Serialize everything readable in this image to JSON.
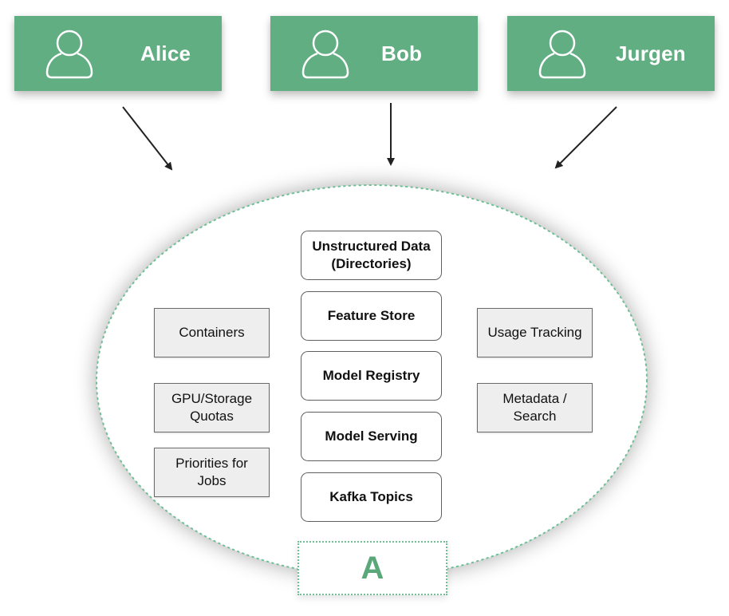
{
  "users": [
    {
      "name": "Alice",
      "icon": "person-icon"
    },
    {
      "name": "Bob",
      "icon": "person-icon"
    },
    {
      "name": "Jurgen",
      "icon": "person-icon"
    }
  ],
  "colors": {
    "user_card_bg": "#62ae83",
    "ellipse_border": "#6fbf96",
    "label_green": "#5aa77a",
    "gray_box_bg": "#eeeeee"
  },
  "platform": {
    "label": "A",
    "core_services": [
      {
        "label": "Unstructured Data (Directories)",
        "line1": "Unstructured Data",
        "line2": "(Directories)"
      },
      {
        "label": "Feature Store"
      },
      {
        "label": "Model Registry"
      },
      {
        "label": "Model Serving"
      },
      {
        "label": "Kafka Topics"
      }
    ],
    "left_services": [
      {
        "line1": "Containers",
        "line2": ""
      },
      {
        "line1": "GPU/Storage",
        "line2": "Quotas"
      },
      {
        "line1": "Priorities for",
        "line2": "Jobs"
      }
    ],
    "right_services": [
      {
        "line1": "Usage Tracking",
        "line2": ""
      },
      {
        "line1": "Metadata /",
        "line2": "Search"
      }
    ]
  },
  "arrows": [
    {
      "from": "Alice",
      "to": "platform"
    },
    {
      "from": "Bob",
      "to": "platform"
    },
    {
      "from": "Jurgen",
      "to": "platform"
    }
  ]
}
